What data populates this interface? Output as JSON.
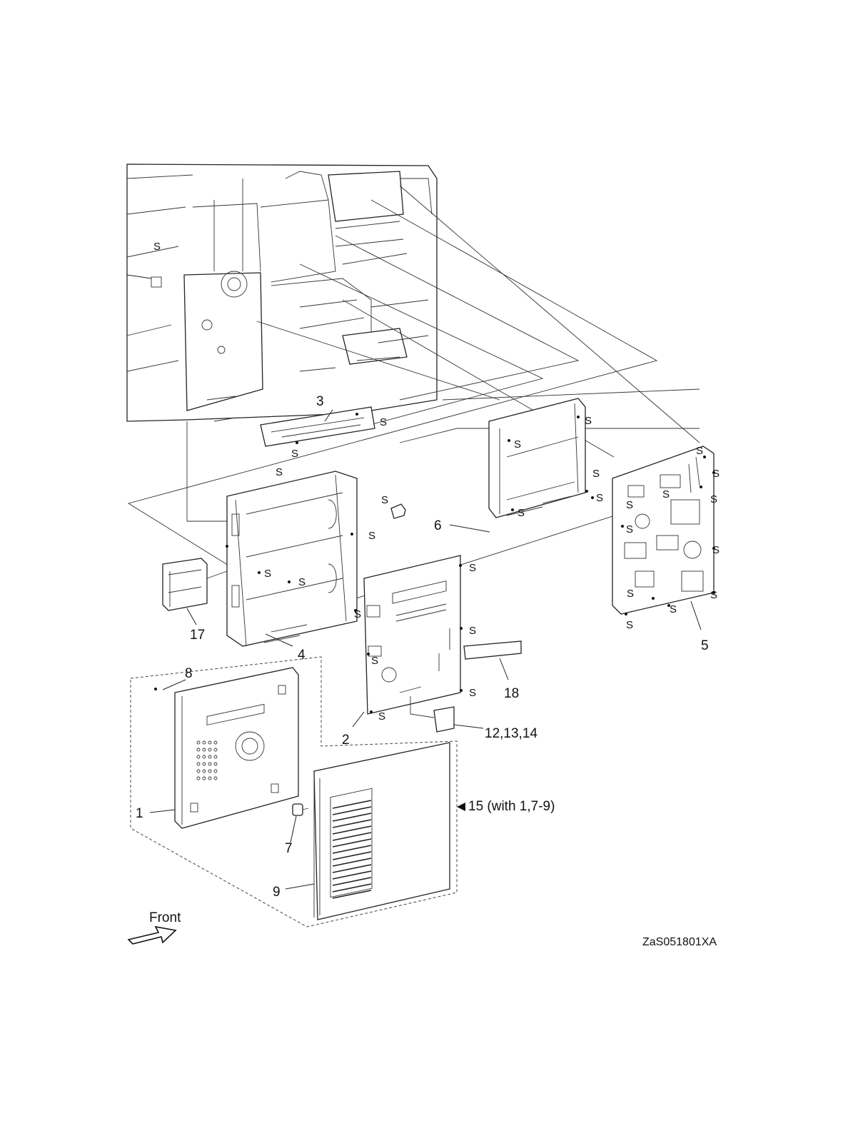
{
  "callouts": {
    "c1": "1",
    "c2": "2",
    "c3": "3",
    "c4": "4",
    "c5": "5",
    "c6": "6",
    "c7": "7",
    "c8": "8",
    "c9": "9",
    "c12": "12,13,14",
    "c15": "15 (with 1,7-9)",
    "c17": "17",
    "c18": "18"
  },
  "screw_label": "S",
  "front_label": "Front",
  "figure_code": "ZaS051801XA"
}
